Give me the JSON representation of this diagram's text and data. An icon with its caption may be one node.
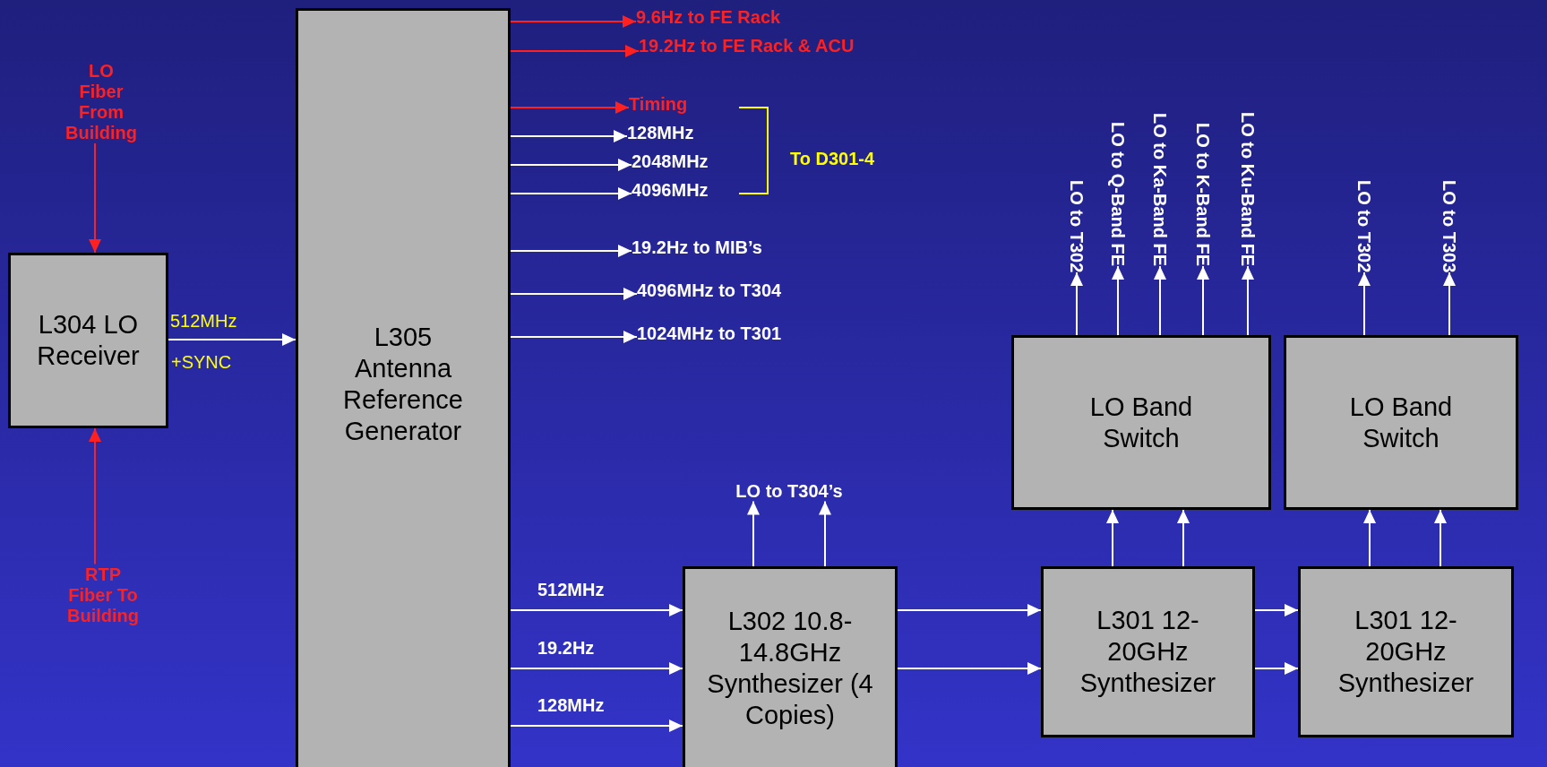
{
  "diagram": {
    "nodes": [
      {
        "text": [
          "L304 LO Receiver"
        ]
      },
      {
        "text": [
          "L305 Antenna Reference Generator"
        ]
      },
      {
        "text": [
          "LO Fiber From Building"
        ]
      },
      {
        "text": [
          "RTP Fiber To Building"
        ]
      },
      {
        "text": [
          "9.6Hz to FE Rack"
        ]
      },
      {
        "text": [
          "19.2Hz to FE Rack & ACU"
        ]
      },
      {
        "text": [
          "Timing"
        ]
      },
      {
        "text": [
          "128MHz"
        ]
      },
      {
        "text": [
          "2048MHz"
        ]
      },
      {
        "text": [
          "4096MHz"
        ]
      },
      {
        "text": [
          "19.2Hz to MIB’s"
        ]
      },
      {
        "text": [
          "4096MHz to T304"
        ]
      },
      {
        "text": [
          "1024MHz to T301"
        ]
      },
      {
        "text": [
          "L302 10.8-14.8GHz Synthesizer (4 Copies)"
        ]
      },
      {
        "text": [
          "L301 12-20GHz Synthesizer"
        ]
      },
      {
        "text": [
          "L301 12-20GHz Synthesizer"
        ]
      },
      {
        "text": [
          "LO Band Switch"
        ]
      },
      {
        "text": [
          "LO Band Switch"
        ]
      },
      {
        "text": [
          "LO to T304’s"
        ]
      },
      {
        "text": [
          "LO to T302"
        ]
      },
      {
        "text": [
          "LO to Q-Band FE"
        ]
      },
      {
        "text": [
          "LO to Ka-Band FE"
        ]
      },
      {
        "text": [
          "LO to K-Band FE"
        ]
      },
      {
        "text": [
          "LO to Ku-Band FE"
        ]
      },
      {
        "text": [
          "LO to T302"
        ]
      },
      {
        "text": [
          "LO to T303"
        ]
      }
    ],
    "edges": [
      {
        "from": 2,
        "to": 0,
        "arrow": "to",
        "color": "#ff0000"
      },
      {
        "from": 3,
        "to": 0,
        "arrow": "to",
        "color": "#ff0000"
      },
      {
        "from": 0,
        "to": 1,
        "arrow": "to",
        "label": "512MHz"
      },
      {
        "from": 1,
        "to": 4,
        "arrow": "to",
        "color": "#ff0000"
      },
      {
        "from": 1,
        "to": 5,
        "arrow": "to",
        "color": "#ff0000"
      },
      {
        "from": 1,
        "to": 6,
        "arrow": "to",
        "color": "#ff0000"
      },
      {
        "from": 1,
        "to": 7,
        "arrow": "to"
      },
      {
        "from": 1,
        "to": 8,
        "arrow": "to"
      },
      {
        "from": 1,
        "to": 9,
        "arrow": "to"
      },
      {
        "from": 1,
        "to": 10,
        "arrow": "to"
      },
      {
        "from": 1,
        "to": 11,
        "arrow": "to"
      },
      {
        "from": 1,
        "to": 12,
        "arrow": "to"
      },
      {
        "from": 1,
        "to": 13,
        "arrow": "to",
        "label": "512MHz"
      },
      {
        "from": 1,
        "to": 13,
        "arrow": "to",
        "label": "19.2Hz"
      },
      {
        "from": 1,
        "to": 13,
        "arrow": "to",
        "label": "128MHz"
      },
      {
        "from": 13,
        "to": 18,
        "arrow": "to"
      },
      {
        "from": 13,
        "to": 18,
        "arrow": "to"
      },
      {
        "from": 13,
        "to": 14,
        "arrow": "to"
      },
      {
        "from": 13,
        "to": 14,
        "arrow": "to"
      },
      {
        "from": 14,
        "to": 15,
        "arrow": "to"
      },
      {
        "from": 14,
        "to": 15,
        "arrow": "to"
      },
      {
        "from": 14,
        "to": 16,
        "arrow": "to"
      },
      {
        "from": 14,
        "to": 16,
        "arrow": "to"
      },
      {
        "from": 15,
        "to": 17,
        "arrow": "to"
      },
      {
        "from": 15,
        "to": 17,
        "arrow": "to"
      },
      {
        "from": 16,
        "to": 19,
        "arrow": "to"
      },
      {
        "from": 16,
        "to": 20,
        "arrow": "to"
      },
      {
        "from": 16,
        "to": 21,
        "arrow": "to"
      },
      {
        "from": 16,
        "to": 22,
        "arrow": "to"
      },
      {
        "from": 16,
        "to": 23,
        "arrow": "to"
      },
      {
        "from": 17,
        "to": 24,
        "arrow": "to"
      },
      {
        "from": 17,
        "to": 25,
        "arrow": "to"
      }
    ],
    "labels": [
      "+SYNC",
      "To D301-4"
    ]
  }
}
